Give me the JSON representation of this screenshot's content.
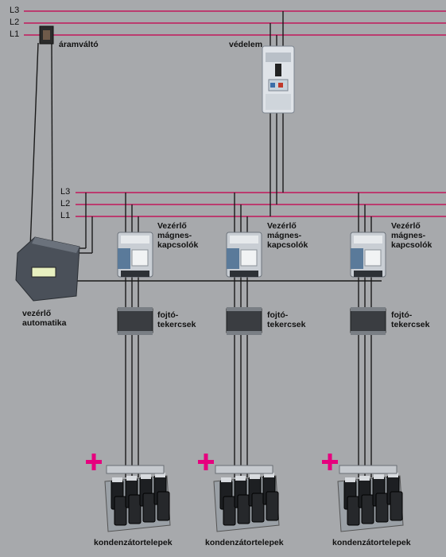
{
  "colors": {
    "background": "#a7a9ac",
    "phase_line": "#c2185b",
    "wire": "#1a1a1a",
    "plus": "#e6007e"
  },
  "top_bus": {
    "phases": [
      "L3",
      "L2",
      "L1"
    ]
  },
  "lower_bus": {
    "phases": [
      "L3",
      "L2",
      "L1"
    ]
  },
  "labels": {
    "current_transformer": "áramváltó",
    "protection": "védelem",
    "controller": "vezérlő\nautomatika"
  },
  "branches": [
    {
      "contactor": "Vezérlő\nmágnes-\nkapcsolók",
      "choke": "fojtó-\ntekercsek",
      "capacitor": "kondenzátortelepek",
      "plus_icon": "plus-icon"
    },
    {
      "contactor": "Vezérlő\nmágnes-\nkapcsolók",
      "choke": "fojtó-\ntekercsek",
      "capacitor": "kondenzátortelepek",
      "plus_icon": "plus-icon"
    },
    {
      "contactor": "Vezérlő\nmágnes-\nkapcsolók",
      "choke": "fojtó-\ntekercsek",
      "capacitor": "kondenzátortelepek",
      "plus_icon": "plus-icon"
    }
  ]
}
